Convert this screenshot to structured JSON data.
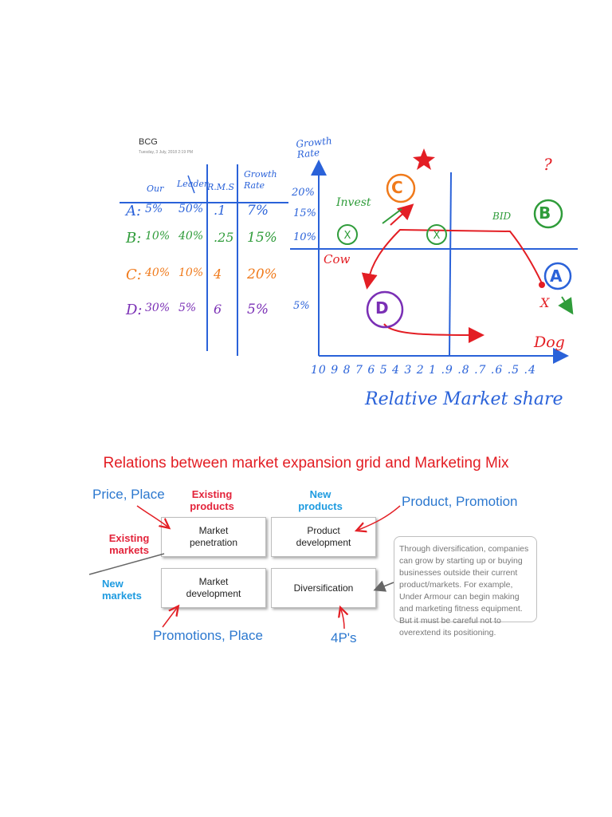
{
  "note": {
    "title": "BCG",
    "date": "Tuesday, 3 July, 2018     2:19 PM",
    "table": {
      "headers": {
        "our_label": "Our",
        "leader_label": "Leader",
        "rms_label": "R.M.S",
        "growth_label": "Growth\nRate"
      },
      "rows": [
        {
          "letter": "A:",
          "our": "5%",
          "leader": "50%",
          "rms": ".1",
          "growth": "7%",
          "color": "#2a62d9"
        },
        {
          "letter": "B:",
          "our": "10%",
          "leader": "40%",
          "rms": ".25",
          "growth": "15%",
          "color": "#2f9c3a"
        },
        {
          "letter": "C:",
          "our": "40%",
          "leader": "10%",
          "rms": "4",
          "growth": "20%",
          "color": "#f07a1b"
        },
        {
          "letter": "D:",
          "our": "30%",
          "leader": "5%",
          "rms": "6",
          "growth": "5%",
          "color": "#7a2fb5"
        }
      ]
    },
    "matrix": {
      "y_axis_label": "Growth Rate",
      "x_axis_label": "Relative Market share",
      "y_ticks": [
        "20%",
        "15%",
        "10%",
        "5%"
      ],
      "x_ticks": "10 9 8 7 6 5 4 3 2 1 .9 .8 .7 .6 .5 .4",
      "labels": {
        "invest": "Invest",
        "bid": "BID",
        "cow": "Cow",
        "dog": "Dog",
        "question": "?",
        "exit": "X"
      },
      "circles": [
        {
          "letter": "C",
          "color": "#f07a1b"
        },
        {
          "letter": "B",
          "color": "#2f9c3a"
        },
        {
          "letter": "A",
          "color": "#2a62d9"
        },
        {
          "letter": "D",
          "color": "#7a2fb5"
        }
      ]
    }
  },
  "ansoff": {
    "title": "Relations between market expansion grid and Marketing Mix",
    "col_headers": {
      "existing_products": "Existing\nproducts",
      "new_products": "New\nproducts"
    },
    "row_headers": {
      "existing_markets": "Existing\nmarkets",
      "new_markets": "New\nmarkets"
    },
    "cells": {
      "market_penetration": "Market\npenetration",
      "product_development": "Product\ndevelopment",
      "market_development": "Market\ndevelopment",
      "diversification": "Diversification"
    },
    "annotations": {
      "price_place": "Price, Place",
      "product_promotion": "Product, Promotion",
      "promotions_place": "Promotions, Place",
      "four_ps": "4P's"
    },
    "description": "Through diversification, companies can grow by starting up or buying businesses outside their current product/markets. For example, Under Armour can begin making and marketing fitness equipment. But it must be careful not to overextend its positioning."
  }
}
